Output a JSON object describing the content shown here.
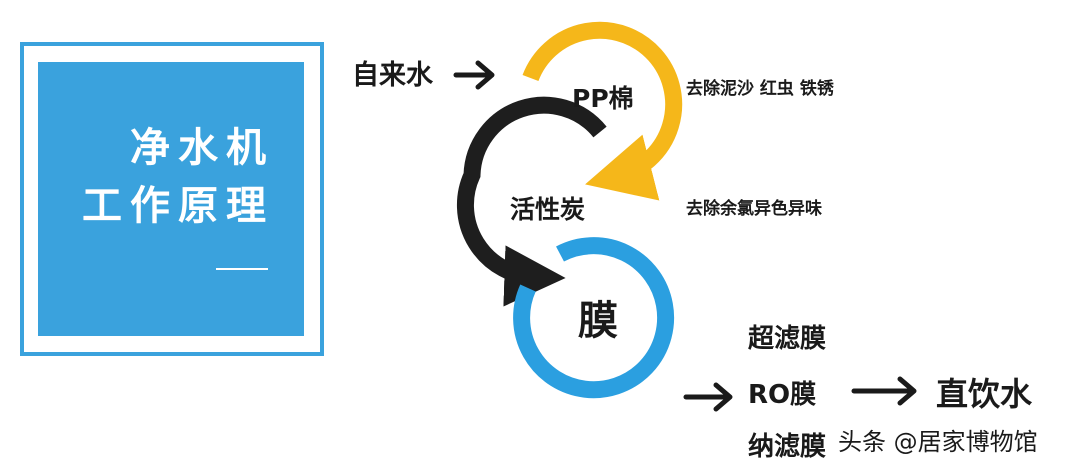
{
  "title": {
    "line1": "净水机",
    "line2": "工作原理"
  },
  "flow": {
    "input": "自来水",
    "stage_pp": "PP棉",
    "stage_carbon": "活性炭",
    "stage_membrane": "膜",
    "desc_pp": "去除泥沙 红虫 铁锈",
    "desc_carbon": "去除余氯异色异味",
    "membranes": [
      "超滤膜",
      "RO膜",
      "纳滤膜"
    ],
    "output": "直饮水"
  },
  "colors": {
    "title_blue": "#3aa2dd",
    "pp_yellow": "#f5b71a",
    "carbon_black": "#1e1e1e",
    "membrane_blue": "#2b9fe0",
    "arrow_dark": "#1a1a1a"
  },
  "watermark": "头条 @居家博物馆"
}
